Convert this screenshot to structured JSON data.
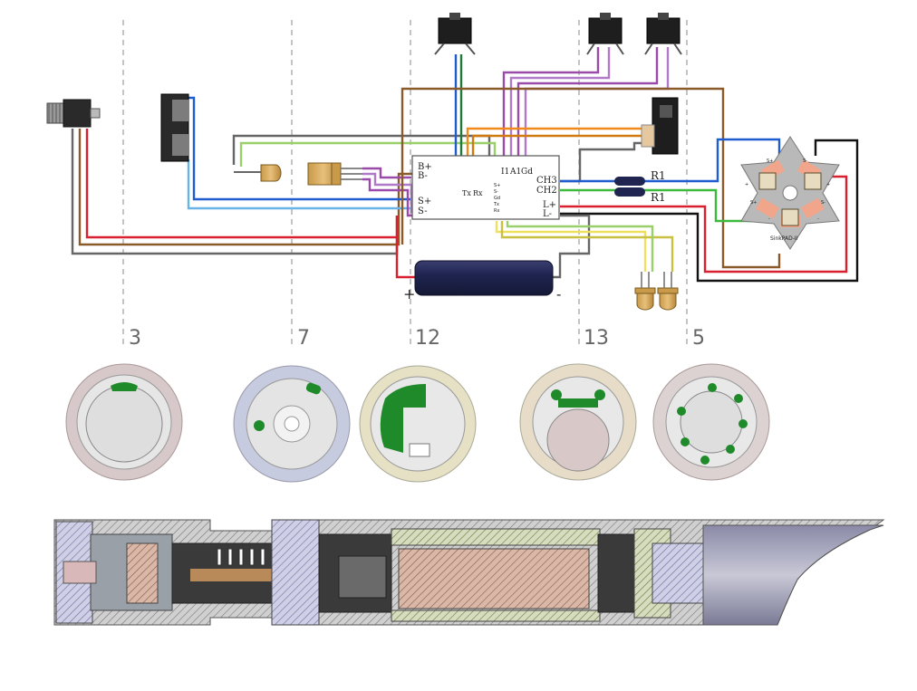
{
  "board": {
    "left_pins": [
      "B+",
      "B-",
      "S+",
      "S-"
    ],
    "tx_label": "Tx",
    "rx_label": "Rx",
    "right_top_pins": [
      "I1",
      "A1",
      "Gd"
    ],
    "channel_labels": [
      "CH3",
      "CH2"
    ],
    "led_pins": [
      "L+",
      "L-"
    ],
    "edge_pins": [
      "S+",
      "S-",
      "Gd",
      "Tx",
      "Rx"
    ]
  },
  "resistor_labels": [
    "R1",
    "R1"
  ],
  "battery": {
    "plus": "+",
    "minus": "-"
  },
  "led_star": {
    "text": "SinkPAD-II",
    "pad_labels": [
      "S+",
      "S-",
      "S+",
      "S-",
      "+",
      "+",
      "-",
      "-"
    ]
  },
  "segments": [
    "3",
    "7",
    "12",
    "13",
    "5"
  ],
  "colors": {
    "red": "#d82030",
    "brown": "#8a5a2a",
    "grey": "#666666",
    "blue": "#1f5cd0",
    "lightblue": "#68b4e6",
    "green": "#3cba3c",
    "lightgreen": "#9ad06a",
    "purple": "#9a4aa8",
    "violet": "#b07ac8",
    "orange": "#f08a1c",
    "yellow": "#f0e060",
    "black": "#111111",
    "darkgreen": "#1f7a3a",
    "battery": "#1f2550",
    "pcb_green": "#1f8a2a",
    "hatch": "#7a7aa6"
  }
}
